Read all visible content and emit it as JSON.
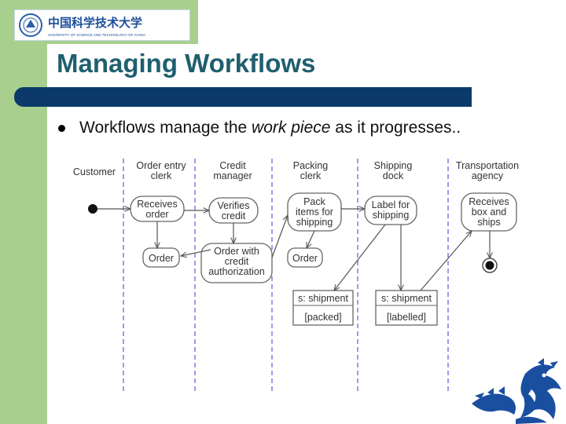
{
  "logo": {
    "chinese_name": "中国科学技术大学",
    "english_name": "UNIVERSITY OF SCIENCE AND TECHNOLOGY OF CHINA"
  },
  "slide": {
    "title": "Managing Workflows",
    "bullet_before": "Workflows manage the ",
    "bullet_emphasis": "work piece",
    "bullet_after": " as it progresses.."
  },
  "diagram": {
    "swimlanes": [
      [
        "Customer"
      ],
      [
        "Order entry",
        "clerk"
      ],
      [
        "Credit",
        "manager"
      ],
      [
        "Packing",
        "clerk"
      ],
      [
        "Shipping",
        "dock"
      ],
      [
        "Transportation",
        "agency"
      ]
    ],
    "activities": {
      "receives_order": [
        "Receives",
        "order"
      ],
      "verifies_credit": [
        "Verifies",
        "credit"
      ],
      "pack_items": [
        "Pack",
        "items for",
        "shipping"
      ],
      "label_shipping": [
        "Label for",
        "shipping"
      ],
      "receives_box": [
        "Receives",
        "box and",
        "ships"
      ]
    },
    "objects": {
      "order_1": "Order",
      "order_credit": [
        "Order with",
        "credit",
        "authorization"
      ],
      "order_2": "Order",
      "shipment_packed_name": "s: shipment",
      "shipment_packed_state": "[packed]",
      "shipment_labelled_name": "s: shipment",
      "shipment_labelled_state": "[labelled]"
    }
  },
  "colors": {
    "sidebar": "#a9cf8f",
    "title_bar": "#0b3a6a",
    "title_text": "#1f5f6f",
    "lane_divider": "#3b3bd6",
    "emblem": "#1a4fa0"
  }
}
